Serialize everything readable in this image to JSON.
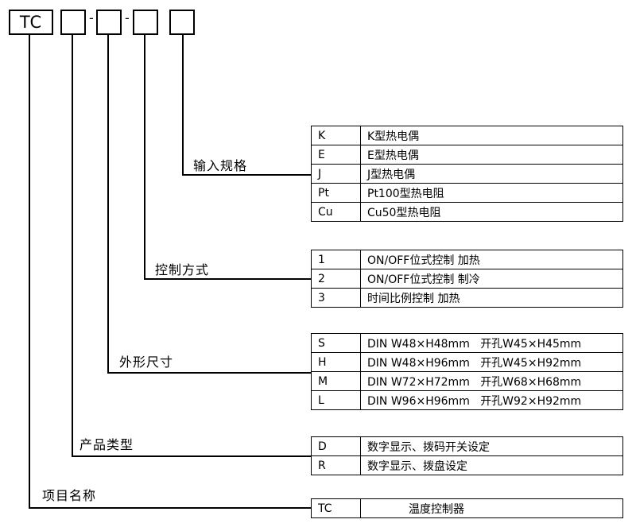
{
  "model_code": {
    "prefix": "TC",
    "separators": [
      "-",
      "-"
    ]
  },
  "sections": [
    {
      "id": "input",
      "label": "输入规格",
      "rows": [
        {
          "code": "K",
          "desc": "K型热电偶"
        },
        {
          "code": "E",
          "desc": "E型热电偶"
        },
        {
          "code": "J",
          "desc": "J型热电偶"
        },
        {
          "code": "Pt",
          "desc": "Pt100型热电阻"
        },
        {
          "code": "Cu",
          "desc": "Cu50型热电阻"
        }
      ]
    },
    {
      "id": "control",
      "label": "控制方式",
      "rows": [
        {
          "code": "1",
          "desc": "ON/OFF位式控制 加热"
        },
        {
          "code": "2",
          "desc": "ON/OFF位式控制 制冷"
        },
        {
          "code": "3",
          "desc": "时间比例控制 加热"
        }
      ]
    },
    {
      "id": "size",
      "label": "外形尺寸",
      "rows": [
        {
          "code": "S",
          "desc": "DIN W48×H48mm   开孔W45×H45mm"
        },
        {
          "code": "H",
          "desc": "DIN W48×H96mm   开孔W45×H92mm"
        },
        {
          "code": "M",
          "desc": "DIN W72×H72mm   开孔W68×H68mm"
        },
        {
          "code": "L",
          "desc": "DIN W96×H96mm   开孔W92×H92mm"
        }
      ]
    },
    {
      "id": "type",
      "label": "产品类型",
      "rows": [
        {
          "code": "D",
          "desc": "数字显示、拨码开关设定"
        },
        {
          "code": "R",
          "desc": "数字显示、拨盘设定"
        }
      ]
    },
    {
      "id": "name",
      "label": "项目名称",
      "rows": [
        {
          "code": "TC",
          "desc": "温度控制器"
        }
      ]
    }
  ]
}
